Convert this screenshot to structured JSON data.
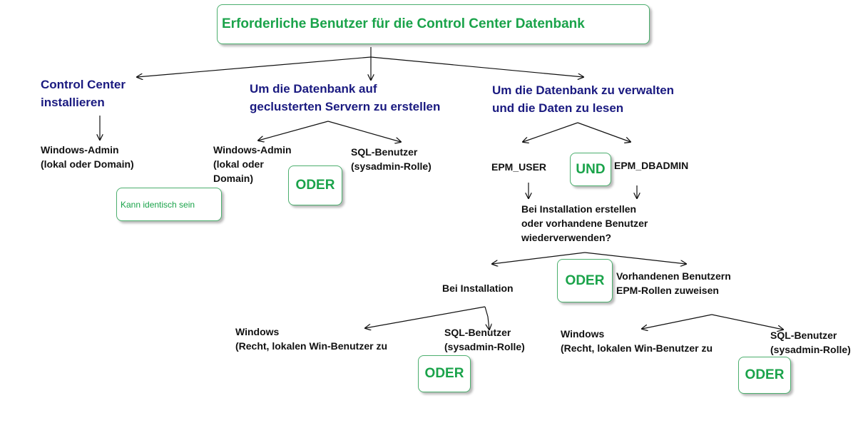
{
  "title": "Erforderliche Benutzer für die Control Center Datenbank",
  "columns": {
    "install": {
      "heading": "Control Center\ninstallieren",
      "user": "Windows-Admin\n(lokal oder Domain)",
      "note": "Kann identisch sein"
    },
    "cluster": {
      "heading": "Um die Datenbank auf\ngeclusterten Servern zu erstellen",
      "windows_user": "Windows-Admin\n(lokal oder\nDomain)",
      "sql_user": "SQL-Benutzer\n(sysadmin-Rolle)",
      "or_label": "ODER"
    },
    "manage": {
      "heading": "Um die Datenbank zu verwalten\nund die Daten zu lesen",
      "user_1": "EPM_USER",
      "and_label": "UND",
      "user_2": "EPM_DBADMIN",
      "question": "Bei Installation erstellen\noder vorhandene Benutzer\nwiederverwenden?",
      "option_create": "Bei Installation",
      "or_label": "ODER",
      "option_assign": "Vorhandenen Benutzern\nEPM-Rollen zuweisen",
      "create_windows": "Windows\n(Recht, lokalen Win-Benutzer zu",
      "create_sql": "SQL-Benutzer\n(sysadmin-Rolle)",
      "create_or": "ODER",
      "assign_windows": "Windows\n(Recht, lokalen Win-Benutzer zu",
      "assign_sql": "SQL-Benutzer\n(sysadmin-Rolle)",
      "assign_or": "ODER"
    }
  },
  "colors": {
    "accent_green": "#1aa34a",
    "heading_navy": "#1a1a80",
    "text": "#111111"
  }
}
